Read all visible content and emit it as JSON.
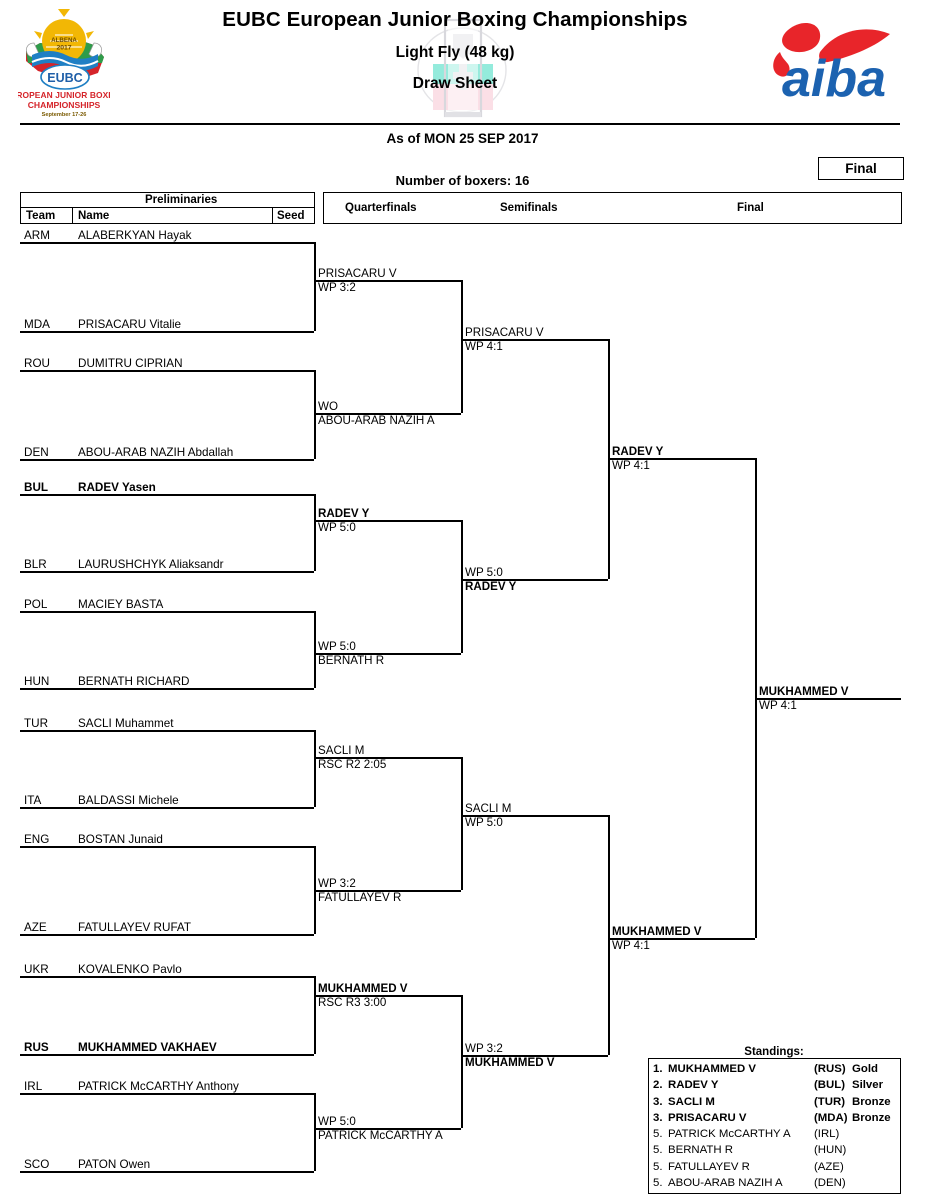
{
  "header": {
    "title": "EUBC European Junior Boxing Championships",
    "weight_class": "Light Fly (48 kg)",
    "doc_type": "Draw Sheet",
    "as_of": "As of MON 25 SEP 2017",
    "boxers_count": "Number of boxers: 16",
    "stage_badge": "Final",
    "logo_left_name": "eubc-championship-logo",
    "logo_right_name": "aiba-logo"
  },
  "columns": {
    "preliminaries": "Preliminaries",
    "team": "Team",
    "name": "Name",
    "seed": "Seed",
    "quarterfinals": "Quarterfinals",
    "semifinals": "Semifinals",
    "final": "Final"
  },
  "preliminaries": [
    {
      "team": "ARM",
      "name": "ALABERKYAN Hayak",
      "seed": "",
      "bold": false
    },
    {
      "team": "MDA",
      "name": "PRISACARU Vitalie",
      "seed": "",
      "bold": false
    },
    {
      "team": "ROU",
      "name": "DUMITRU CIPRIAN",
      "seed": "",
      "bold": false
    },
    {
      "team": "DEN",
      "name": "ABOU-ARAB NAZIH Abdallah",
      "seed": "",
      "bold": false
    },
    {
      "team": "BUL",
      "name": "RADEV Yasen",
      "seed": "",
      "bold": true
    },
    {
      "team": "BLR",
      "name": "LAURUSHCHYK Aliaksandr",
      "seed": "",
      "bold": false
    },
    {
      "team": "POL",
      "name": "MACIEY BASTA",
      "seed": "",
      "bold": false
    },
    {
      "team": "HUN",
      "name": "BERNATH RICHARD",
      "seed": "",
      "bold": false
    },
    {
      "team": "TUR",
      "name": "SACLI Muhammet",
      "seed": "",
      "bold": false
    },
    {
      "team": "ITA",
      "name": "BALDASSI Michele",
      "seed": "",
      "bold": false
    },
    {
      "team": "ENG",
      "name": "BOSTAN Junaid",
      "seed": "",
      "bold": false
    },
    {
      "team": "AZE",
      "name": "FATULLAYEV RUFAT",
      "seed": "",
      "bold": false
    },
    {
      "team": "UKR",
      "name": "KOVALENKO Pavlo",
      "seed": "",
      "bold": false
    },
    {
      "team": "RUS",
      "name": "MUKHAMMED  VAKHAEV",
      "seed": "",
      "bold": true
    },
    {
      "team": "IRL",
      "name": "PATRICK McCARTHY Anthony",
      "seed": "",
      "bold": false
    },
    {
      "team": "SCO",
      "name": "PATON Owen",
      "seed": "",
      "bold": false
    }
  ],
  "quarterfinals": [
    {
      "winner": "PRISACARU V",
      "score": "WP 3:2",
      "bold": false,
      "name_above": true
    },
    {
      "winner": "ABOU-ARAB NAZIH A",
      "score": "WO",
      "bold": false,
      "name_above": false
    },
    {
      "winner": "RADEV Y",
      "score": "WP 5:0",
      "bold": true,
      "name_above": true
    },
    {
      "winner": "BERNATH R",
      "score": "WP 5:0",
      "bold": false,
      "name_above": false
    },
    {
      "winner": "SACLI M",
      "score": "RSC R2 2:05",
      "bold": false,
      "name_above": true
    },
    {
      "winner": "FATULLAYEV R",
      "score": "WP 3:2",
      "bold": false,
      "name_above": false
    },
    {
      "winner": "MUKHAMMED  V",
      "score": "RSC R3 3:00",
      "bold": true,
      "name_above": true
    },
    {
      "winner": "PATRICK McCARTHY A",
      "score": "WP 5:0",
      "bold": false,
      "name_above": false
    }
  ],
  "semifinals": [
    {
      "winner": "PRISACARU V",
      "score": "WP 4:1",
      "bold": false,
      "name_above": true
    },
    {
      "winner": "RADEV Y",
      "score": "WP 5:0",
      "bold": true,
      "name_above": false
    },
    {
      "winner": "SACLI M",
      "score": "WP 5:0",
      "bold": false,
      "name_above": true
    },
    {
      "winner": "MUKHAMMED  V",
      "score": "WP 3:2",
      "bold": true,
      "name_above": false
    }
  ],
  "finals": [
    {
      "winner": "RADEV Y",
      "score": "WP 4:1",
      "bold": true,
      "name_above": true
    },
    {
      "winner": "MUKHAMMED  V",
      "score": "WP 4:1",
      "bold": true,
      "name_above": true
    }
  ],
  "standings": {
    "title": "Standings:",
    "rows": [
      {
        "rank": "1.",
        "name": "MUKHAMMED  V",
        "nat": "(RUS)",
        "medal": "Gold",
        "medal_row": true
      },
      {
        "rank": "2.",
        "name": "RADEV Y",
        "nat": "(BUL)",
        "medal": "Silver",
        "medal_row": true
      },
      {
        "rank": "3.",
        "name": "SACLI M",
        "nat": "(TUR)",
        "medal": "Bronze",
        "medal_row": true
      },
      {
        "rank": "3.",
        "name": "PRISACARU V",
        "nat": "(MDA)",
        "medal": "Bronze",
        "medal_row": true
      },
      {
        "rank": "5.",
        "name": "PATRICK McCARTHY A",
        "nat": "(IRL)",
        "medal": "",
        "medal_row": false
      },
      {
        "rank": "5.",
        "name": "BERNATH R",
        "nat": "(HUN)",
        "medal": "",
        "medal_row": false
      },
      {
        "rank": "5.",
        "name": "FATULLAYEV R",
        "nat": "(AZE)",
        "medal": "",
        "medal_row": false
      },
      {
        "rank": "5.",
        "name": "ABOU-ARAB NAZIH A",
        "nat": "(DEN)",
        "medal": "",
        "medal_row": false
      }
    ]
  },
  "colors": {
    "line": "#000000",
    "aiba_red": "#e8252a",
    "aiba_blue": "#1c62b0",
    "page_bg": "#ffffff"
  }
}
